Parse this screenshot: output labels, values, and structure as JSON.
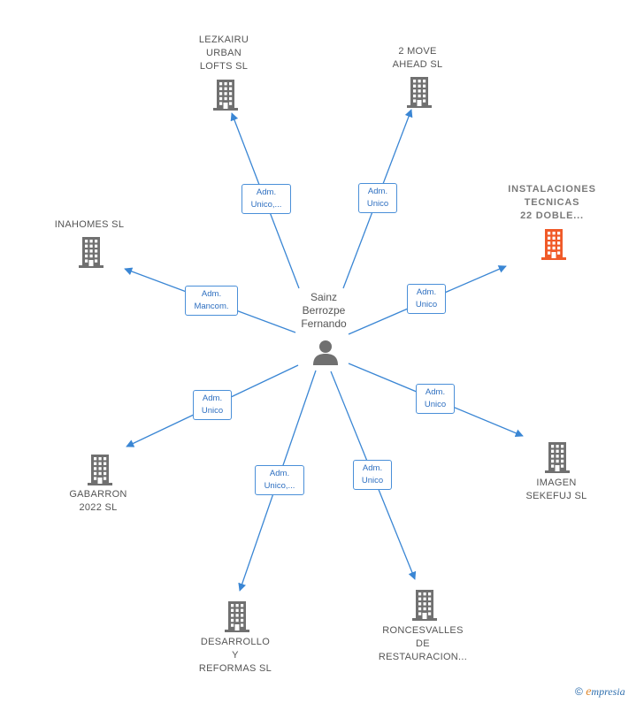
{
  "center": {
    "name_lines": [
      "Sainz",
      "Berrozpe",
      "Fernando"
    ],
    "icon": "person-icon"
  },
  "colors": {
    "edge": "#3a86d4",
    "building_default": "#707070",
    "building_highlight": "#f05a28"
  },
  "companies": [
    {
      "id": "lezkairu",
      "label": "LEZKAIRU\nURBAN\nLOFTS  SL",
      "role": "Adm.\nUnico,...",
      "highlight": false,
      "icon": "building-icon"
    },
    {
      "id": "2move",
      "label": "2 MOVE\nAHEAD  SL",
      "role": "Adm.\nUnico",
      "highlight": false,
      "icon": "building-icon"
    },
    {
      "id": "instalaciones",
      "label": "INSTALACIONES\nTECNICAS\n22 DOBLE...",
      "role": "Adm.\nUnico",
      "highlight": true,
      "icon": "building-icon"
    },
    {
      "id": "inahomes",
      "label": "INAHOMES  SL",
      "role": "Adm.\nMancom.",
      "highlight": false,
      "icon": "building-icon"
    },
    {
      "id": "gabarron",
      "label": "GABARRON\n2022  SL",
      "role": "Adm.\nUnico",
      "highlight": false,
      "icon": "building-icon"
    },
    {
      "id": "imagen",
      "label": "IMAGEN\nSEKEFUJ  SL",
      "role": "Adm.\nUnico",
      "highlight": false,
      "icon": "building-icon"
    },
    {
      "id": "desarrollo",
      "label": "DESARROLLO\nY\nREFORMAS SL",
      "role": "Adm.\nUnico,...",
      "highlight": false,
      "icon": "building-icon"
    },
    {
      "id": "roncesvalles",
      "label": "RONCESVALLES\nDE\nRESTAURACION...",
      "role": "Adm.\nUnico",
      "highlight": false,
      "icon": "building-icon"
    }
  ],
  "footer": {
    "copyright_symbol": "©",
    "brand_initial": "e",
    "brand_rest": "mpresia"
  }
}
